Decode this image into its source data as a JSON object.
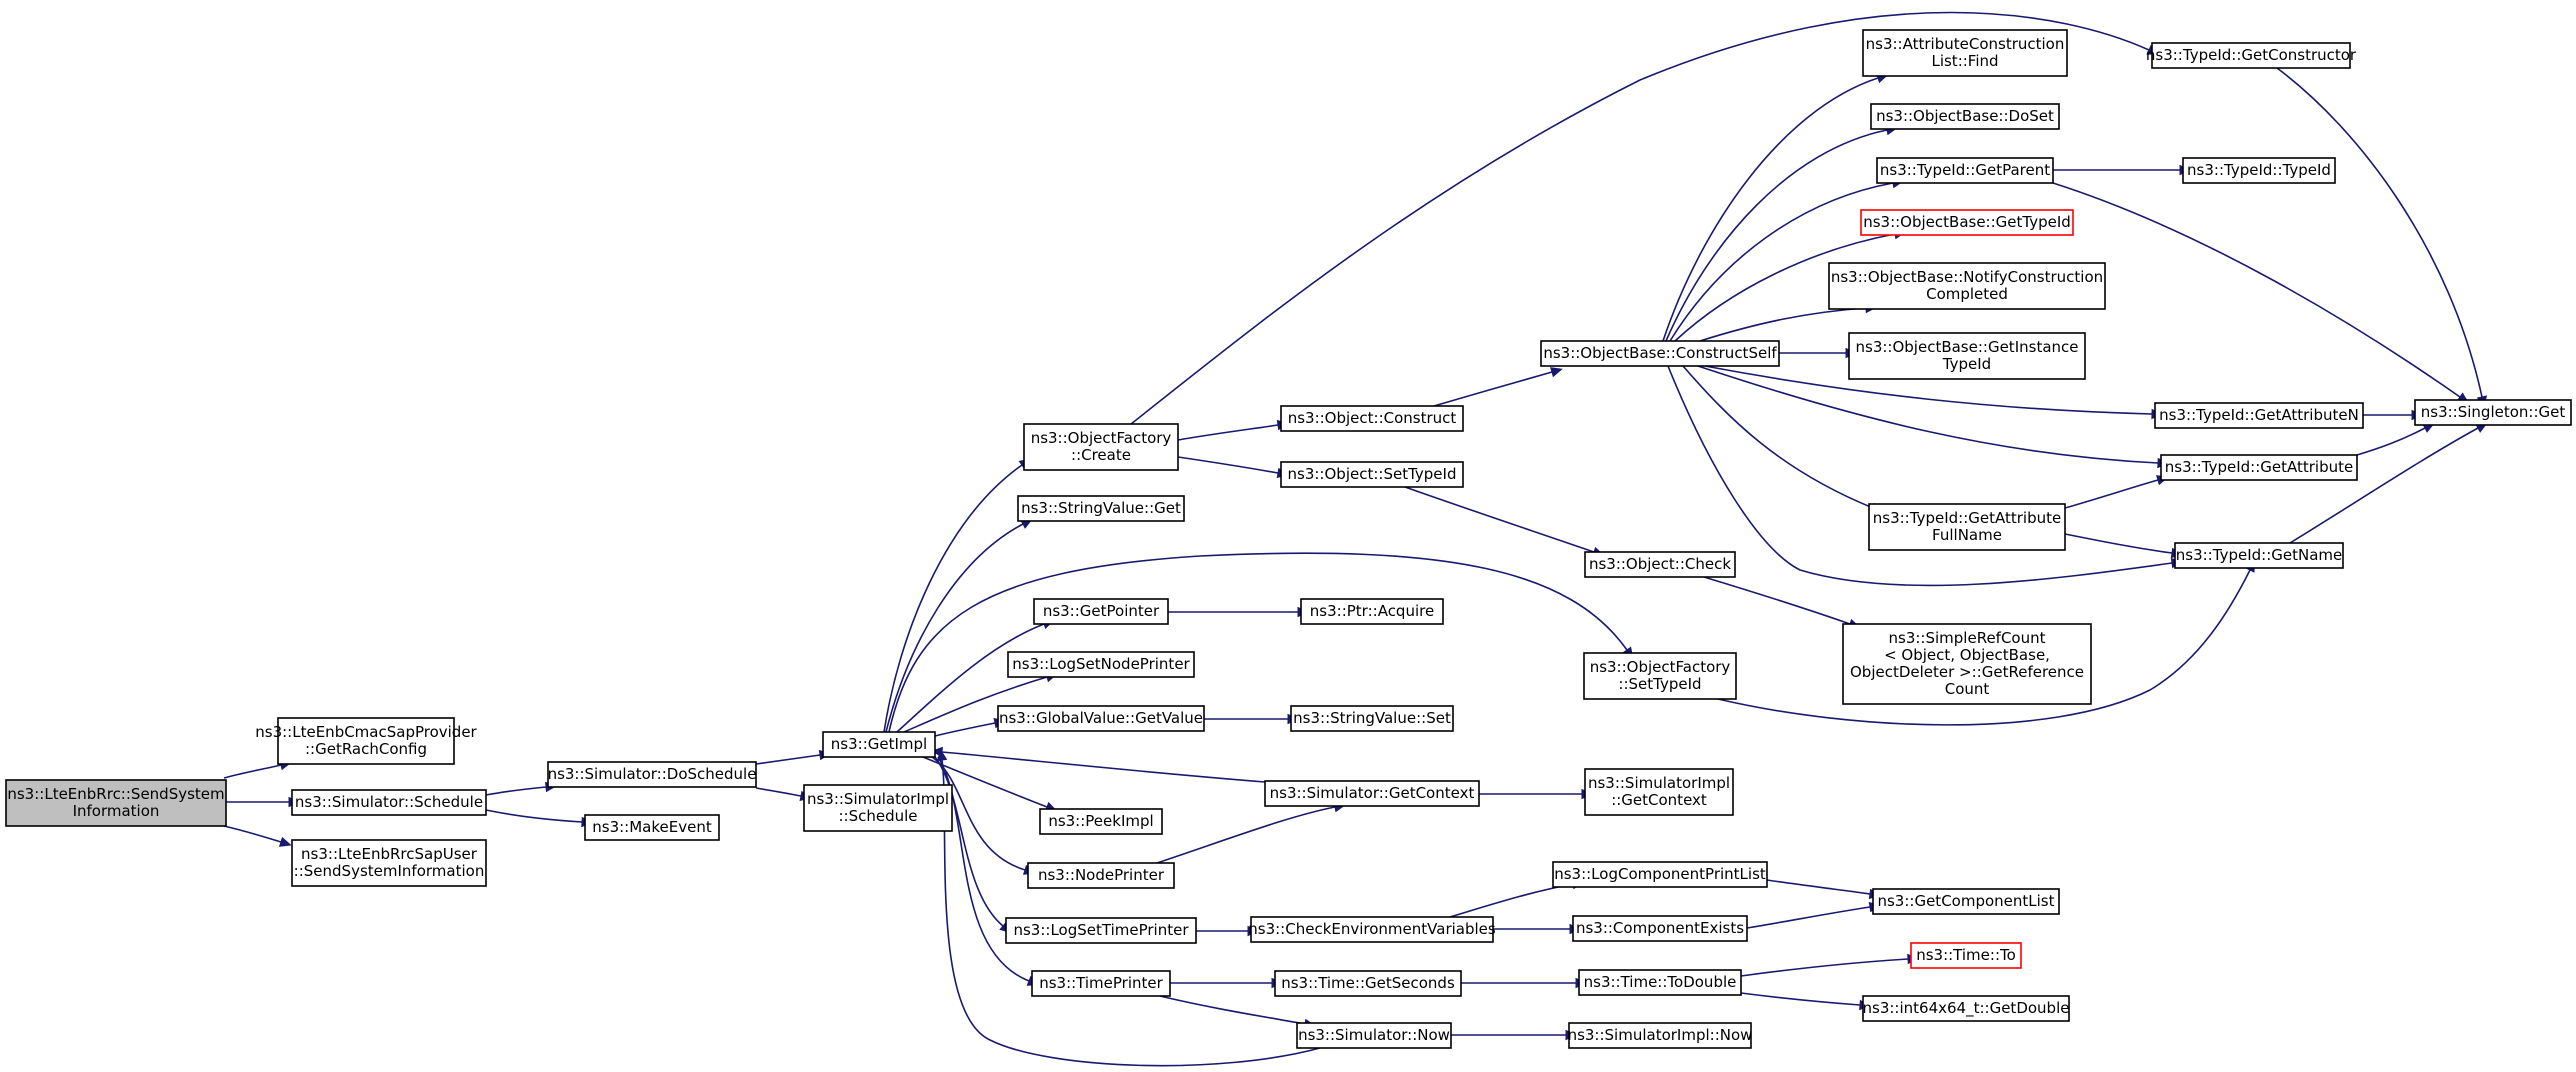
{
  "colors": {
    "edge": "#191970",
    "node_border": "#000000",
    "node_border_undocumented": "#ff0000",
    "root_fill": "#bfbfbf",
    "node_fill": "#ffffff"
  },
  "diagram": {
    "type": "call-graph",
    "nodes": [
      {
        "id": "root",
        "lines": [
          "ns3::LteEnbRrc::SendSystem",
          "Information"
        ],
        "style": "root"
      },
      {
        "id": "getRach",
        "lines": [
          "ns3::LteEnbCmacSapProvider",
          "::GetRachConfig"
        ]
      },
      {
        "id": "schedule",
        "lines": [
          "ns3::Simulator::Schedule"
        ]
      },
      {
        "id": "sendSys",
        "lines": [
          "ns3::LteEnbRrcSapUser",
          "::SendSystemInformation"
        ]
      },
      {
        "id": "doSchedule",
        "lines": [
          "ns3::Simulator::DoSchedule"
        ]
      },
      {
        "id": "makeEvent",
        "lines": [
          "ns3::MakeEvent"
        ]
      },
      {
        "id": "getImpl",
        "lines": [
          "ns3::GetImpl"
        ]
      },
      {
        "id": "simImplSchedule",
        "lines": [
          "ns3::SimulatorImpl",
          "::Schedule"
        ]
      },
      {
        "id": "ofCreate",
        "lines": [
          "ns3::ObjectFactory",
          "::Create"
        ]
      },
      {
        "id": "svGet",
        "lines": [
          "ns3::StringValue::Get"
        ]
      },
      {
        "id": "getPointer",
        "lines": [
          "ns3::GetPointer"
        ]
      },
      {
        "id": "logSetNode",
        "lines": [
          "ns3::LogSetNodePrinter"
        ]
      },
      {
        "id": "gvGetValue",
        "lines": [
          "ns3::GlobalValue::GetValue"
        ]
      },
      {
        "id": "peekImpl",
        "lines": [
          "ns3::PeekImpl"
        ]
      },
      {
        "id": "nodePrinter",
        "lines": [
          "ns3::NodePrinter"
        ]
      },
      {
        "id": "logSetTime",
        "lines": [
          "ns3::LogSetTimePrinter"
        ]
      },
      {
        "id": "timePrinter",
        "lines": [
          "ns3::TimePrinter"
        ]
      },
      {
        "id": "objConstruct",
        "lines": [
          "ns3::Object::Construct"
        ]
      },
      {
        "id": "objSetTypeId",
        "lines": [
          "ns3::Object::SetTypeId"
        ]
      },
      {
        "id": "ptrAcquire",
        "lines": [
          "ns3::Ptr::Acquire"
        ]
      },
      {
        "id": "svSet",
        "lines": [
          "ns3::StringValue::Set"
        ]
      },
      {
        "id": "simGetContext",
        "lines": [
          "ns3::Simulator::GetContext"
        ]
      },
      {
        "id": "checkEnv",
        "lines": [
          "ns3::CheckEnvironmentVariables"
        ]
      },
      {
        "id": "timeGetSeconds",
        "lines": [
          "ns3::Time::GetSeconds"
        ]
      },
      {
        "id": "simNow",
        "lines": [
          "ns3::Simulator::Now"
        ]
      },
      {
        "id": "obConstructSelf",
        "lines": [
          "ns3::ObjectBase::ConstructSelf"
        ]
      },
      {
        "id": "objCheck",
        "lines": [
          "ns3::Object::Check"
        ]
      },
      {
        "id": "ofSetTypeId",
        "lines": [
          "ns3::ObjectFactory",
          "::SetTypeId"
        ]
      },
      {
        "id": "simImplGetContext",
        "lines": [
          "ns3::SimulatorImpl",
          "::GetContext"
        ]
      },
      {
        "id": "logCompPrint",
        "lines": [
          "ns3::LogComponentPrintList"
        ]
      },
      {
        "id": "compExists",
        "lines": [
          "ns3::ComponentExists"
        ]
      },
      {
        "id": "timeToDouble",
        "lines": [
          "ns3::Time::ToDouble"
        ]
      },
      {
        "id": "simImplNow",
        "lines": [
          "ns3::SimulatorImpl::Now"
        ]
      },
      {
        "id": "acFind",
        "lines": [
          "ns3::AttributeConstruction",
          "List::Find"
        ]
      },
      {
        "id": "obDoSet",
        "lines": [
          "ns3::ObjectBase::DoSet"
        ]
      },
      {
        "id": "tidGetParent",
        "lines": [
          "ns3::TypeId::GetParent"
        ]
      },
      {
        "id": "obGetTypeId",
        "lines": [
          "ns3::ObjectBase::GetTypeId"
        ],
        "style": "red"
      },
      {
        "id": "obNotify",
        "lines": [
          "ns3::ObjectBase::NotifyConstruction",
          "Completed"
        ]
      },
      {
        "id": "obGetInstance",
        "lines": [
          "ns3::ObjectBase::GetInstance",
          "TypeId"
        ]
      },
      {
        "id": "tidGetAttrFull",
        "lines": [
          "ns3::TypeId::GetAttribute",
          "FullName"
        ]
      },
      {
        "id": "srcGetRef",
        "lines": [
          "ns3::SimpleRefCount",
          "< Object, ObjectBase,",
          " ObjectDeleter >::GetReference",
          "Count"
        ]
      },
      {
        "id": "getCompList",
        "lines": [
          "ns3::GetComponentList"
        ]
      },
      {
        "id": "timeTo",
        "lines": [
          "ns3::Time::To"
        ],
        "style": "red"
      },
      {
        "id": "i64GetDouble",
        "lines": [
          "ns3::int64x64_t::GetDouble"
        ]
      },
      {
        "id": "tidGetCtor",
        "lines": [
          "ns3::TypeId::GetConstructor"
        ]
      },
      {
        "id": "tidTypeId",
        "lines": [
          "ns3::TypeId::TypeId"
        ]
      },
      {
        "id": "tidGetAttrN",
        "lines": [
          "ns3::TypeId::GetAttributeN"
        ]
      },
      {
        "id": "tidGetAttr",
        "lines": [
          "ns3::TypeId::GetAttribute"
        ]
      },
      {
        "id": "tidGetName",
        "lines": [
          "ns3::TypeId::GetName"
        ]
      },
      {
        "id": "singletonGet",
        "lines": [
          "ns3::Singleton::Get"
        ]
      }
    ]
  }
}
